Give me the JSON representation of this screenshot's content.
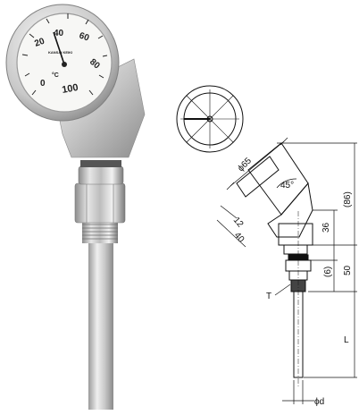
{
  "gauge_photo": {
    "scale_labels": [
      "20",
      "40",
      "60",
      "80",
      "0",
      "100"
    ],
    "unit": "°C",
    "brand": "KANSAI KEIKI"
  },
  "drawing": {
    "dimensions": {
      "dial_diameter": "ϕ65",
      "angle": "45°",
      "width_12": "12",
      "width_40": "40",
      "height_36": "36",
      "height_86": "(86)",
      "height_50": "50",
      "height_6": "(6)",
      "thread": "T",
      "stem_length": "L",
      "stem_diameter": "ϕd"
    }
  }
}
